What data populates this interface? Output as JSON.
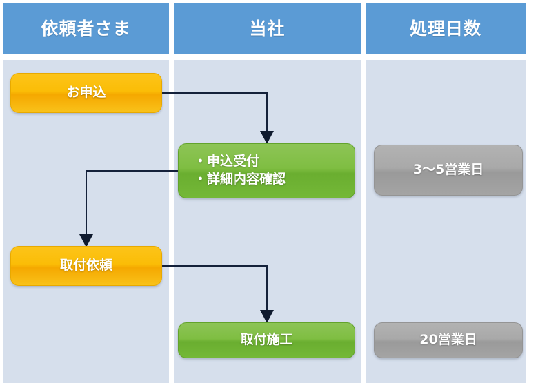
{
  "diagram": {
    "title_bar_color": "#5b9bd5",
    "column_background_color": "#d6dfec",
    "page_background_color": "#ffffff"
  },
  "header": {
    "columns": [
      {
        "label": "依頼者さま"
      },
      {
        "label": "当社"
      },
      {
        "label": "処理日数"
      }
    ]
  },
  "nodes": {
    "apply": {
      "label": "お申込",
      "color": "#fbbd07",
      "column": "依頼者さま"
    },
    "receipt": {
      "label": "・申込受付\n・詳細内容確認",
      "color": "#7fbe42",
      "column": "当社"
    },
    "days_1": {
      "label": "3〜5営業日",
      "color": "#a9a9a9",
      "column": "処理日数"
    },
    "install_request": {
      "label": "取付依頼",
      "color": "#fbbd07",
      "column": "依頼者さま"
    },
    "install_work": {
      "label": "取付施工",
      "color": "#7fbe42",
      "column": "当社"
    },
    "days_2": {
      "label": "20営業日",
      "color": "#a9a9a9",
      "column": "処理日数"
    }
  },
  "connectors": [
    {
      "name": "apply-to-receipt",
      "from": "apply",
      "to": "receipt",
      "direction": "right-then-down"
    },
    {
      "name": "receipt-to-install-request",
      "from": "receipt",
      "to": "install_request",
      "direction": "left-then-down"
    },
    {
      "name": "install-request-to-install-work",
      "from": "install_request",
      "to": "install_work",
      "direction": "right-then-down"
    }
  ]
}
